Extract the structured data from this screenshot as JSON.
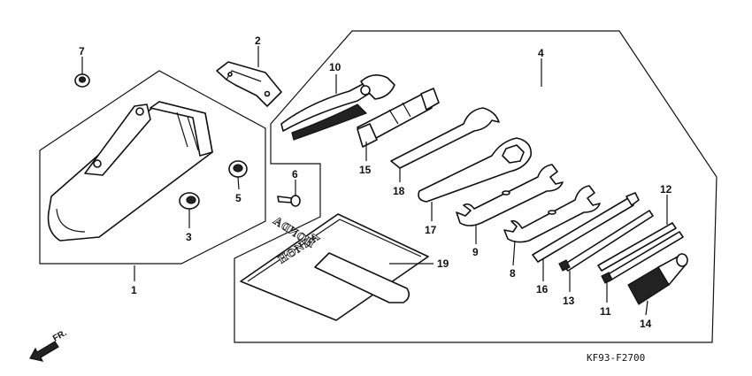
{
  "diagram": {
    "code": "KF93-F2700",
    "direction_label": "FR.",
    "brand_text": "HONDA",
    "callouts": [
      {
        "id": "1",
        "label": "1"
      },
      {
        "id": "2",
        "label": "2"
      },
      {
        "id": "3",
        "label": "3"
      },
      {
        "id": "4",
        "label": "4"
      },
      {
        "id": "5",
        "label": "5"
      },
      {
        "id": "6",
        "label": "6"
      },
      {
        "id": "7",
        "label": "7"
      },
      {
        "id": "8",
        "label": "8"
      },
      {
        "id": "9",
        "label": "9"
      },
      {
        "id": "10",
        "label": "10"
      },
      {
        "id": "11",
        "label": "11"
      },
      {
        "id": "12",
        "label": "12"
      },
      {
        "id": "13",
        "label": "13"
      },
      {
        "id": "14",
        "label": "14"
      },
      {
        "id": "15",
        "label": "15"
      },
      {
        "id": "16",
        "label": "16"
      },
      {
        "id": "17",
        "label": "17"
      },
      {
        "id": "18",
        "label": "18"
      },
      {
        "id": "19",
        "label": "19"
      }
    ]
  }
}
